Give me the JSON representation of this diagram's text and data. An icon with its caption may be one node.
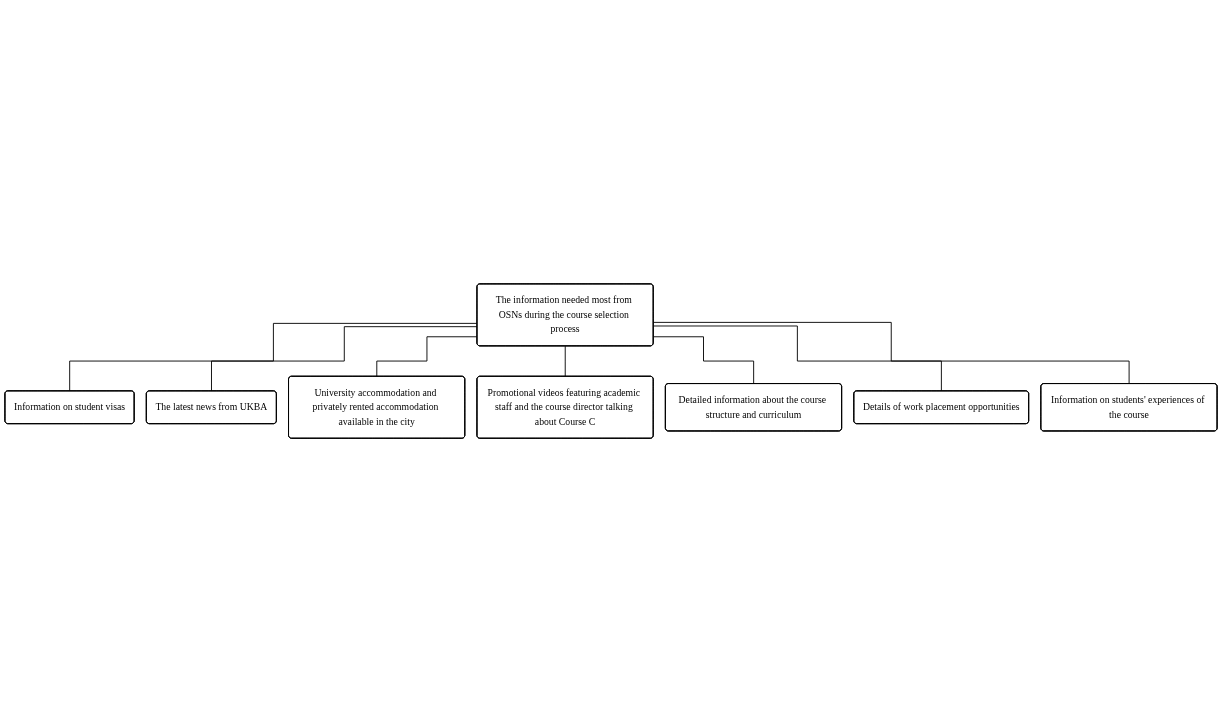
{
  "diagram": {
    "nodes": [
      {
        "text": [
          "The information needed most from OSNs during the course selection process"
        ]
      },
      {
        "text": [
          "Information on student visas"
        ]
      },
      {
        "text": [
          "The latest news from UKBA"
        ]
      },
      {
        "text": [
          "University accommodation and privately rented accommodation available in the city"
        ]
      },
      {
        "text": [
          "Promotional videos featuring academic staff and the course director talking about Course C"
        ]
      },
      {
        "text": [
          "Detailed information about the course structure and curriculum"
        ]
      },
      {
        "text": [
          "Details of work placement opportunities"
        ]
      },
      {
        "text": [
          "Information on students' experiences of the course"
        ]
      }
    ],
    "edges": [
      {
        "from": 0,
        "to": 1,
        "arrow": "none"
      },
      {
        "from": 0,
        "to": 2,
        "arrow": "none"
      },
      {
        "from": 0,
        "to": 3,
        "arrow": "none"
      },
      {
        "from": 0,
        "to": 4,
        "arrow": "none"
      },
      {
        "from": 0,
        "to": 5,
        "arrow": "none"
      },
      {
        "from": 0,
        "to": 6,
        "arrow": "none"
      },
      {
        "from": 0,
        "to": 7,
        "arrow": "none"
      }
    ]
  }
}
